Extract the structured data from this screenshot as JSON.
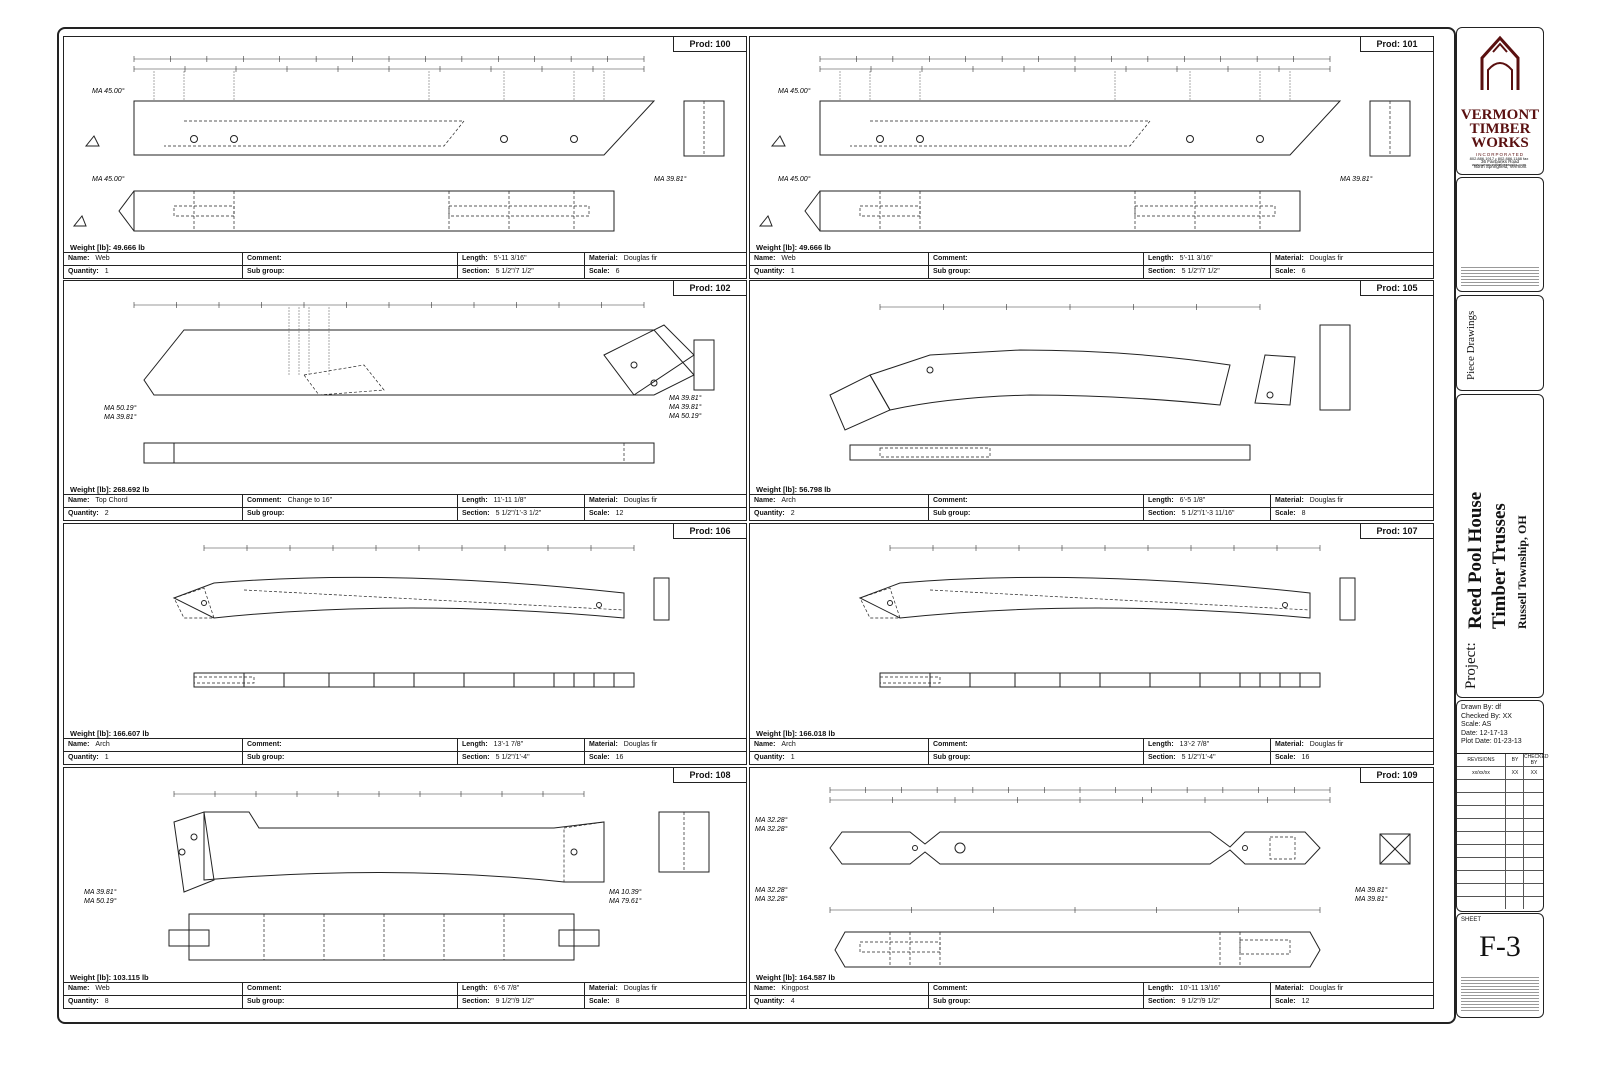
{
  "panels": [
    {
      "prod": "Prod: 100",
      "weight": "Weight [lb]:  49.666 lb",
      "name": "Web",
      "comment": "",
      "length": "5'-11 3/16\"",
      "material": "Douglas fir",
      "quantity": "1",
      "subgroup": "",
      "section": "5 1/2\"/7 1/2\"",
      "scale": "6",
      "shape": "web1"
    },
    {
      "prod": "Prod: 101",
      "weight": "Weight [lb]:  49.666 lb",
      "name": "Web",
      "comment": "",
      "length": "5'-11 3/16\"",
      "material": "Douglas fir",
      "quantity": "1",
      "subgroup": "",
      "section": "5 1/2\"/7 1/2\"",
      "scale": "6",
      "shape": "web1"
    },
    {
      "prod": "Prod: 102",
      "weight": "Weight [lb]:  268.692 lb",
      "name": "Top Chord",
      "comment": "Change to 16\"",
      "length": "11'-11 1/8\"",
      "material": "Douglas fir",
      "quantity": "2",
      "subgroup": "",
      "section": "5 1/2\"/1'-3 1/2\"",
      "scale": "12",
      "shape": "topchord"
    },
    {
      "prod": "Prod: 105",
      "weight": "Weight [lb]:  56.798 lb",
      "name": "Arch",
      "comment": "",
      "length": "6'-5 1/8\"",
      "material": "Douglas fir",
      "quantity": "2",
      "subgroup": "",
      "section": "5 1/2\"/1'-3 11/16\"",
      "scale": "8",
      "shape": "arch-short"
    },
    {
      "prod": "Prod: 106",
      "weight": "Weight [lb]:  166.607 lb",
      "name": "Arch",
      "comment": "",
      "length": "13'-1 7/8\"",
      "material": "Douglas fir",
      "quantity": "1",
      "subgroup": "",
      "section": "5 1/2\"/1'-4\"",
      "scale": "16",
      "shape": "arch-long"
    },
    {
      "prod": "Prod: 107",
      "weight": "Weight [lb]:  166.018 lb",
      "name": "Arch",
      "comment": "",
      "length": "13'-2 7/8\"",
      "material": "Douglas fir",
      "quantity": "1",
      "subgroup": "",
      "section": "5 1/2\"/1'-4\"",
      "scale": "16",
      "shape": "arch-long"
    },
    {
      "prod": "Prod: 108",
      "weight": "Weight [lb]:  103.115 lb",
      "name": "Web",
      "comment": "",
      "length": "6'-6 7/8\"",
      "material": "Douglas fir",
      "quantity": "8",
      "subgroup": "",
      "section": "9 1/2\"/9 1/2\"",
      "scale": "8",
      "shape": "web2"
    },
    {
      "prod": "Prod: 109",
      "weight": "Weight [lb]:  164.587 lb",
      "name": "Kingpost",
      "comment": "",
      "length": "10'-11 13/16\"",
      "material": "Douglas fir",
      "quantity": "4",
      "subgroup": "",
      "section": "9 1/2\"/9 1/2\"",
      "scale": "12",
      "shape": "kingpost"
    }
  ],
  "labels": {
    "name": "Name:",
    "comment": "Comment:",
    "length": "Length:",
    "material": "Material:",
    "quantity": "Quantity:",
    "subgroup": "Sub group:",
    "section": "Section:",
    "scale": "Scale:"
  },
  "titleblock": {
    "logo_line1": "VERMONT",
    "logo_line2": "TIMBER",
    "logo_line3": "WORKS",
    "logo_sub": "INCORPORATED",
    "address1": "36 Fairbanks Road",
    "address2": "North Springfield, Vermont",
    "address3": "802.886.1917 • 802.886.1188 fax",
    "address4": "www.vermonttimberworks.com",
    "drawing_title": "Piece Drawings",
    "project_label": "Project:",
    "project_name": "Reed Pool House",
    "project_sub": "Timber Trusses",
    "project_loc": "Russell Township, OH",
    "drawn_by": "Drawn By:  df",
    "checked_by": "Checked By:  XX",
    "scale": "Scale:  AS",
    "date": "Date:  12-17-13",
    "plot_date": "Plot Date:  01-23-13",
    "rev_h1": "REVISIONS",
    "rev_h2": "BY",
    "rev_h3": "CHECKED BY",
    "rev_r1": "xx/xx/xx",
    "rev_r2": "XX",
    "rev_r3": "XX",
    "sheet_label": "SHEET",
    "sheet_no": "F-3"
  },
  "annotations": {
    "ma1": "MA 45.00°",
    "ma2": "MA 39.81°",
    "ma3": "MA 50.19°",
    "ma4": "MA 32.28°",
    "ma5": "MA 10.39°",
    "ma6": "MA 79.61°"
  }
}
